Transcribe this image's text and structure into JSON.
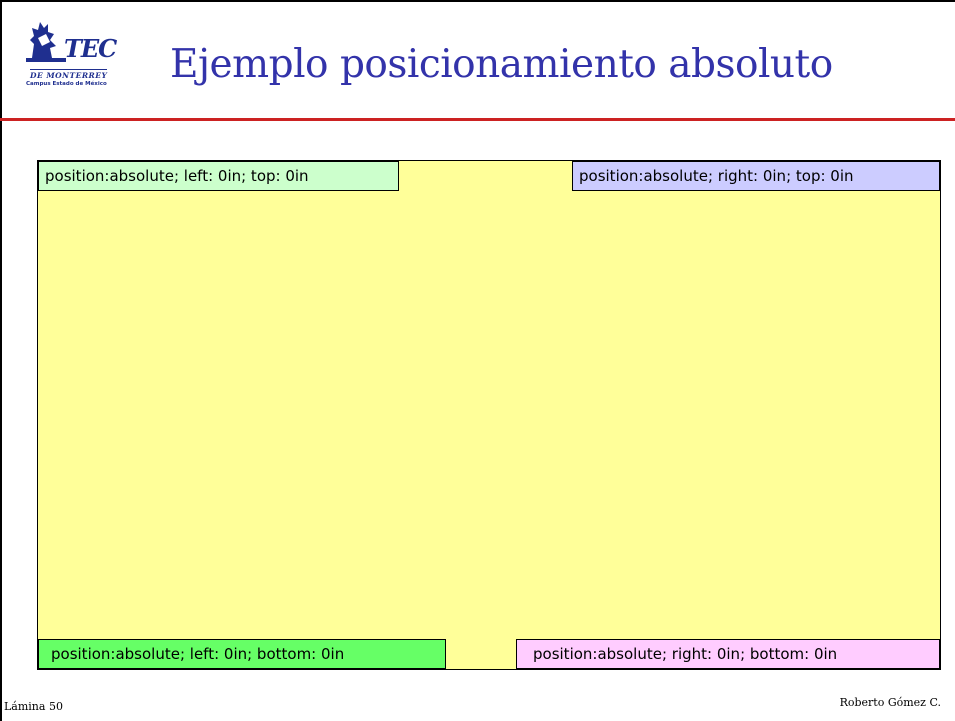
{
  "slide": {
    "title": "Ejemplo posicionamiento absoluto",
    "footer_left": "Lámina 50",
    "footer_right": "Roberto Gómez C."
  },
  "logo": {
    "name": "TEC",
    "line1": "DE MONTERREY",
    "line2": "Campus Estado de México",
    "color": "#1f2f8f"
  },
  "demo": {
    "background": "#ffff99",
    "boxes": [
      {
        "label": "position:absolute; left: 0in; top: 0in",
        "color": "#ccffcc"
      },
      {
        "label": "position:absolute; right: 0in; top: 0in",
        "color": "#ccccff"
      },
      {
        "label": "position:absolute; left: 0in; bottom: 0in",
        "color": "#66ff66"
      },
      {
        "label": "position:absolute; right: 0in; bottom: 0in",
        "color": "#ffccff"
      }
    ]
  },
  "colors": {
    "title": "#3333aa",
    "rule": "#cc2222"
  }
}
